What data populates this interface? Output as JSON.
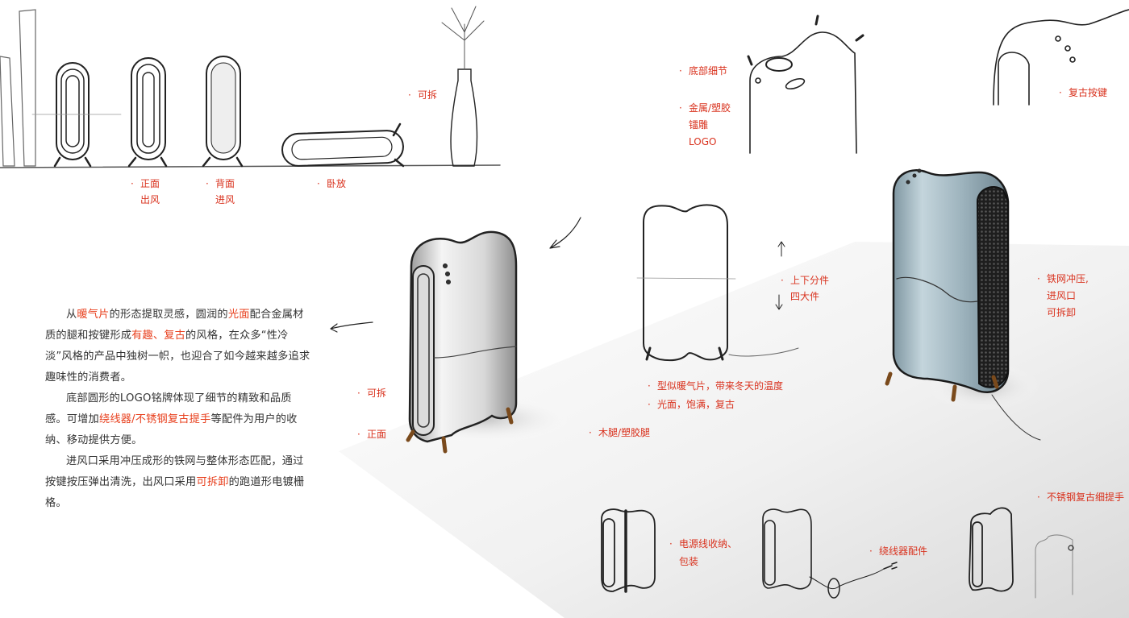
{
  "colors": {
    "accent": "#d9321e",
    "text": "#333333",
    "grille": "#2a2a2a",
    "body_blue": "#a9bfc9",
    "wood": "#7a4a1c"
  },
  "top_row_labels": [
    {
      "line1": "正面",
      "line2": "出风"
    },
    {
      "line1": "背面",
      "line2": "进风"
    },
    {
      "line1": "卧放",
      "line2": ""
    },
    {
      "line1": "可拆",
      "line2": ""
    }
  ],
  "detail_labels": {
    "bottom_detail": "底部细节",
    "logo_line1": "金属/塑胶",
    "logo_line2": "镭雕",
    "logo_line3": "LOGO",
    "retro_buttons": "复古按键"
  },
  "main_sketch_labels": {
    "removable": "可拆",
    "front": "正面",
    "legs": "木腿/塑胶腿"
  },
  "split_labels": {
    "line1": "上下分件",
    "line2": "四大件"
  },
  "concept_labels": {
    "line1": "型似暖气片，带来冬天的温度",
    "line2": "光面，饱满，复古"
  },
  "render_labels": {
    "line1": "铁网冲压,",
    "line2": "进风口",
    "line3": "可拆卸"
  },
  "accessory_labels": {
    "cord_line1": "电源线收纳、",
    "cord_line2": "包装",
    "winder": "绕线器配件",
    "handle": "不锈钢复古细提手"
  },
  "description": {
    "p1": [
      {
        "t": "从",
        "hl": false
      },
      {
        "t": "暖气片",
        "hl": true
      },
      {
        "t": "的形态提取灵感，圆润的",
        "hl": false
      },
      {
        "t": "光面",
        "hl": true
      },
      {
        "t": "配合金属材质的腿和按键形成",
        "hl": false
      },
      {
        "t": "有趣、复古",
        "hl": true
      },
      {
        "t": "的风格，在众多“性冷淡”风格的产品中独树一帜，也迎合了如今越来越多追求趣味性的消费者。",
        "hl": false
      }
    ],
    "p2": [
      {
        "t": "底部圆形的LOGO铭牌体现了细节的精致和品质感。可增加",
        "hl": false
      },
      {
        "t": "绕线器/不锈钢复古提手",
        "hl": true
      },
      {
        "t": "等配件为用户的收纳、移动提供方便。",
        "hl": false
      }
    ],
    "p3": [
      {
        "t": "进风口采用冲压成形的铁网与整体形态匹配，通过按键按压弹出清洗，出风口采用",
        "hl": false
      },
      {
        "t": "可拆卸",
        "hl": true
      },
      {
        "t": "的跑道形电镀栅格。",
        "hl": false
      }
    ]
  }
}
